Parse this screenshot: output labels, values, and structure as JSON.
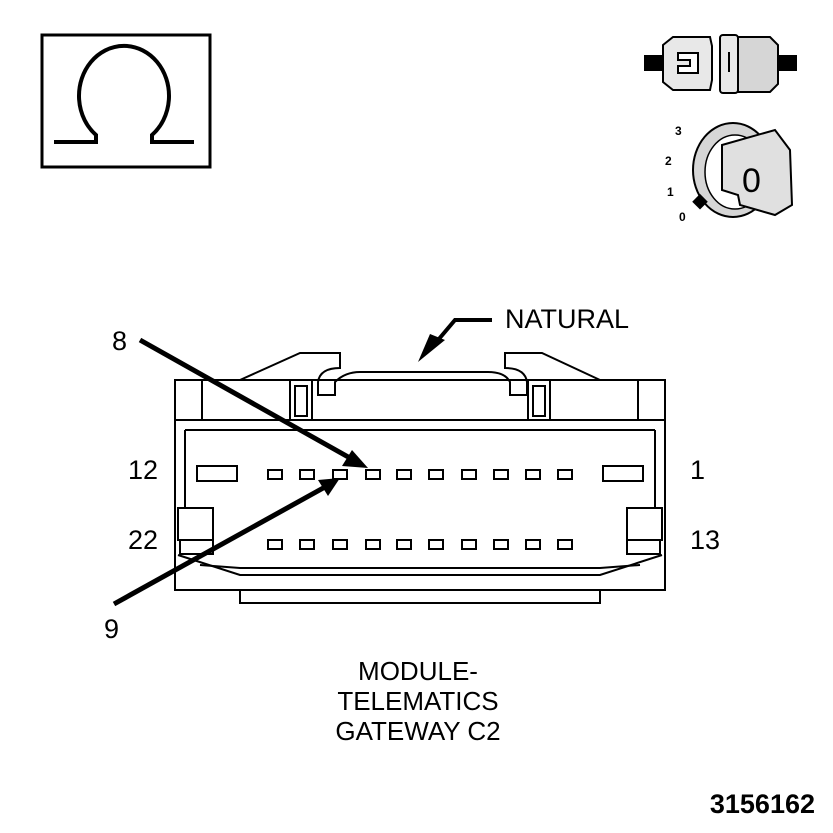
{
  "symbols": {
    "ohm": {
      "icon": "ohm-symbol"
    },
    "connector_disconnected": {
      "icon": "disconnected-connector-icon"
    },
    "ignition": {
      "icon": "ignition-key-icon",
      "positions": [
        "3",
        "2",
        "1",
        "0"
      ],
      "key_label": "0"
    }
  },
  "connector": {
    "color_label": "NATURAL",
    "top_row": {
      "left_pin": "12",
      "right_pin": "1"
    },
    "bottom_row": {
      "left_pin": "22",
      "right_pin": "13"
    },
    "callouts": {
      "upper": "8",
      "lower": "9"
    },
    "name_lines": [
      "MODULE-",
      "TELEMATICS",
      "GATEWAY C2"
    ]
  },
  "figure_id": "3156162"
}
